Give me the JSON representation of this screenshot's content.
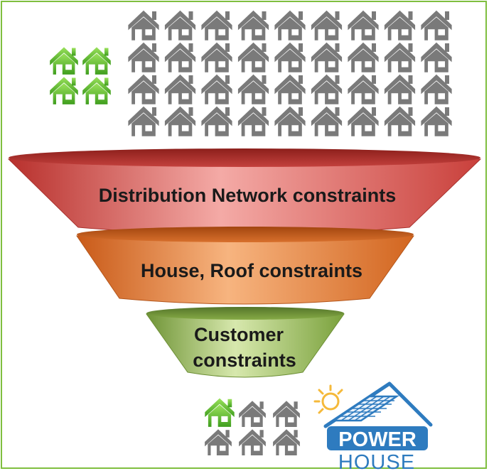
{
  "diagram": {
    "border_color": "#7fbf3f",
    "icons": {
      "grey_house": "house-icon",
      "green_house": "house-icon",
      "solar_house": "solar-panel-house-icon",
      "sun": "sun-icon"
    },
    "colors": {
      "grey_house": "#7a7a7a",
      "green_house": "#6cc93a",
      "tier_network": "#e0605c",
      "tier_roof": "#e8843d",
      "tier_customer": "#a6c56b",
      "logo_blue": "#2e7bbf",
      "logo_sun": "#f5b93a"
    },
    "funnel": [
      {
        "label": "Distribution  Network constraints",
        "lines": [
          "Distribution  Network constraints"
        ]
      },
      {
        "label": "House, Roof constraints",
        "lines": [
          "House, Roof constraints"
        ]
      },
      {
        "label": "Customer constraints",
        "lines": [
          "Customer",
          "constraints"
        ]
      }
    ],
    "counts": {
      "top_grey_houses": 36,
      "top_green_houses": 4,
      "bottom_grey_houses": 5,
      "bottom_green_houses": 1
    },
    "logo": {
      "line1": "POWER",
      "line2": "HOUSE"
    }
  }
}
